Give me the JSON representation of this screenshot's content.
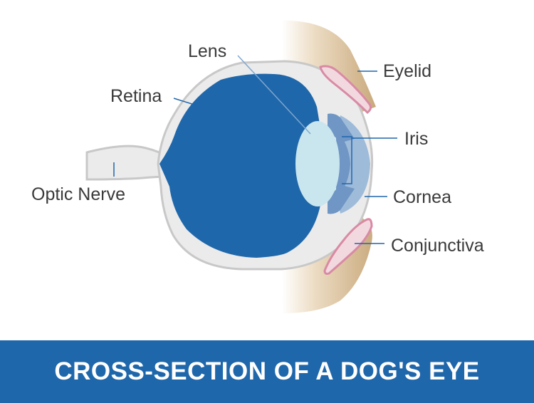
{
  "title": "CROSS-SECTION OF A DOG'S EYE",
  "labels": {
    "lens": "Lens",
    "retina": "Retina",
    "optic_nerve": "Optic Nerve",
    "eyelid": "Eyelid",
    "iris": "Iris",
    "cornea": "Cornea",
    "conjunctiva": "Conjunctiva"
  },
  "colors": {
    "eyeball": "#1f67ab",
    "sclera": "#ebebeb",
    "outline": "#c8c8c8",
    "lens": "#c9e6ee",
    "iris": "#6f96c4",
    "cornea": "#9fbbda",
    "skin": "#c9a97c",
    "conjunctiva": "#d98aa4",
    "leader": "#1f67ab",
    "banner": "#1f67ab",
    "text": "#3a3a3a"
  }
}
